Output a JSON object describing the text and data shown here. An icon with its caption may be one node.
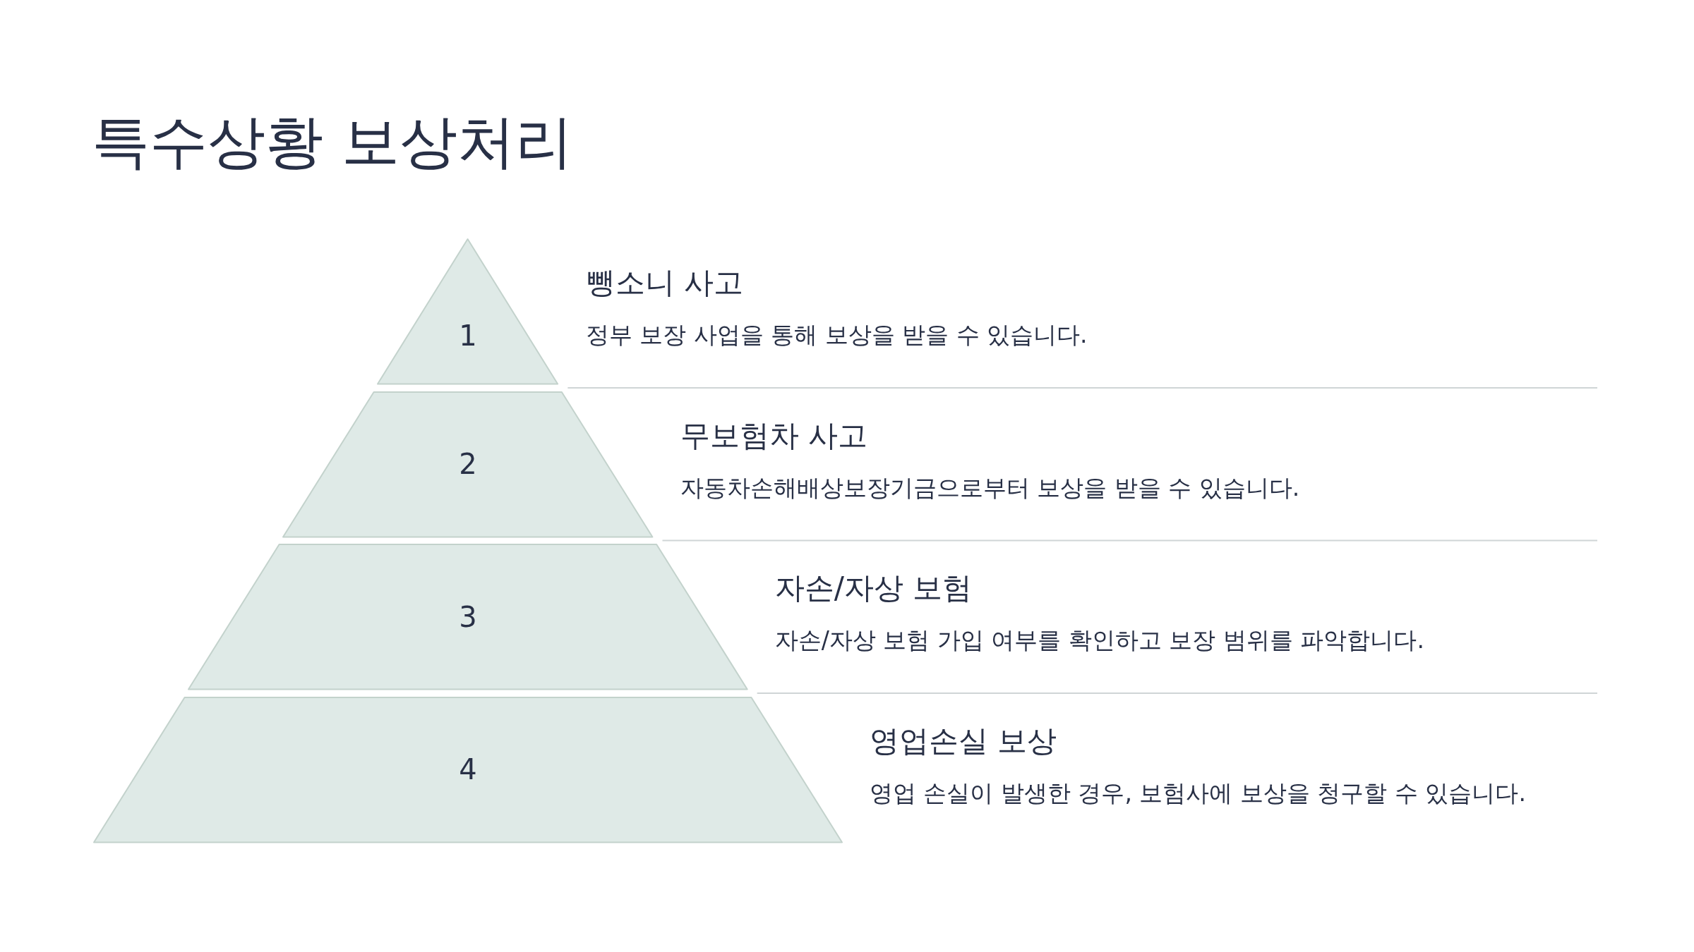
{
  "diagram": {
    "title": "특수상황 보상처리",
    "nodes": [
      {
        "text": [
          "1"
        ],
        "beside": [
          "뺑소니 사고",
          "정부 보장 사업을 통해 보상을 받을 수 있습니다."
        ]
      },
      {
        "text": [
          "2"
        ],
        "beside": [
          "무보험차 사고",
          "자동차손해배상보장기금으로부터 보상을 받을 수 있습니다."
        ]
      },
      {
        "text": [
          "3"
        ],
        "beside": [
          "자손/자상 보험",
          "자손/자상 보험 가입 여부를 확인하고 보장 범위를 파악합니다."
        ]
      },
      {
        "text": [
          "4"
        ],
        "beside": [
          "영업손실 보상",
          "영업 손실이 발생한 경우, 보험사에 보상을 청구할 수 있습니다."
        ]
      }
    ]
  }
}
